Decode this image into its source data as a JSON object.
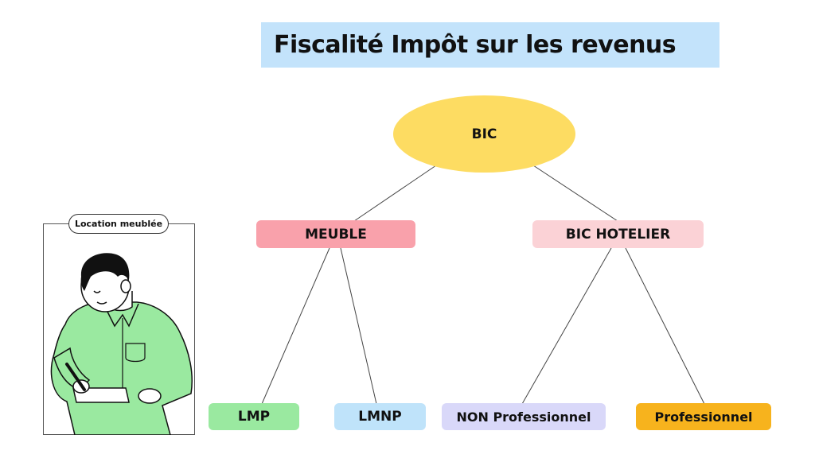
{
  "title": "Fiscalité Impôt sur les revenus",
  "nodes": {
    "root": {
      "label": "BIC",
      "color": "#fddc62"
    },
    "meuble": {
      "label": "MEUBLE",
      "color": "#f9a1ab"
    },
    "bic_hotelier": {
      "label": "BIC HOTELIER",
      "color": "#fbd2d6"
    },
    "lmp": {
      "label": "LMP",
      "color": "#9ae9a0"
    },
    "lmnp": {
      "label": "LMNP",
      "color": "#bfe3fa"
    },
    "non_professionnel": {
      "label": "NON Professionnel",
      "color": "#d9d8f9"
    },
    "professionnel": {
      "label": "Professionnel",
      "color": "#f7b31d"
    }
  },
  "illustration": {
    "label": "Location meublée",
    "icon": "person-writing-illustration"
  }
}
